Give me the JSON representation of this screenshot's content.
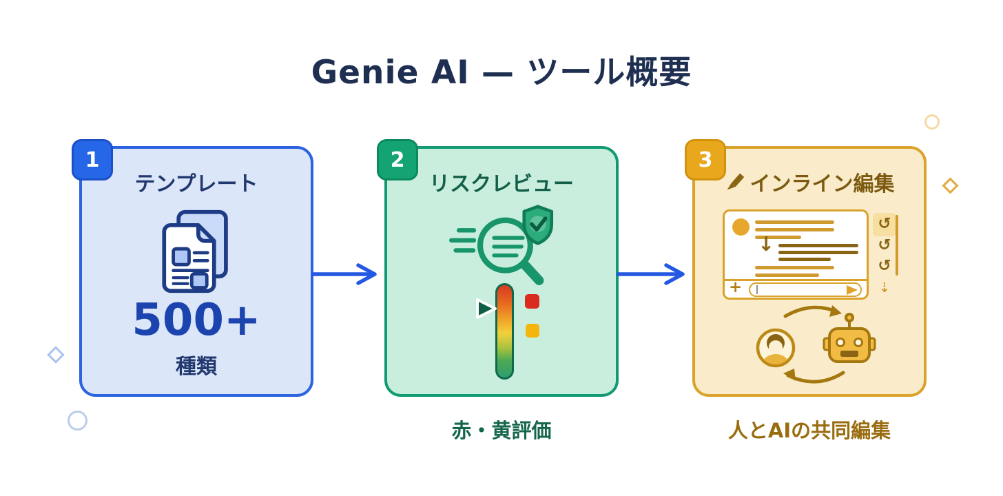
{
  "title": "Genie AI — ツール概要",
  "flow_arrow_color": "#2458e3",
  "steps": [
    {
      "badge": "1",
      "title": "テンプレート",
      "stat_value": "500+",
      "stat_label": "種類",
      "icon": "stacked-documents-icon",
      "accent_color": "#2b63e0",
      "fill_color": "#dbe6f9"
    },
    {
      "badge": "2",
      "title": "リスクレビュー",
      "caption": "赤・黄評価",
      "icon": "search-shield-icon",
      "accent_color": "#129b72",
      "fill_color": "#c9eedd",
      "status_colors": {
        "red": "#d92c1e",
        "yellow": "#f4b60d"
      }
    },
    {
      "badge": "3",
      "title": "インライン編集",
      "title_icon": "pencil-icon",
      "caption": "人とAIの共同編集",
      "icon": "inline-editor-mockup",
      "collab_icon": "human-ai-cycle-icon",
      "accent_color": "#daa32c",
      "fill_color": "#faeccb",
      "editor": {
        "add_button_label": "+",
        "input_value": "",
        "down_arrow_glyph": "↓",
        "history_glyph": "↺",
        "scroll_down_glyph": "⇣"
      }
    }
  ]
}
